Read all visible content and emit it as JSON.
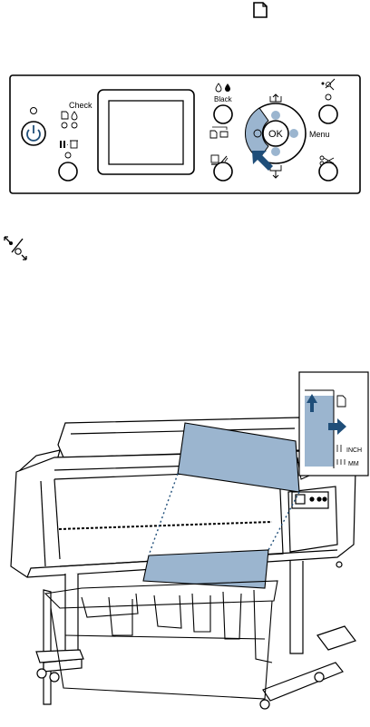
{
  "sheet_icon": "paper-sheet-icon",
  "control_panel": {
    "check_label": "Check",
    "black_label": "Black",
    "ok_label": "OK",
    "menu_label": "Menu",
    "power_icon": "power-icon",
    "pause_cancel_icon": "pause-cancel-icon",
    "paper_source_icon": "paper-source-icon",
    "ink_cartridge_icon": "ink-drop-icon",
    "paper_feed_icon": "paper-feed-icon",
    "maintenance_icon": "head-cleaning-icon",
    "cutter_icon": "scissors-icon",
    "highlight_color": "#9bb5cf",
    "arrow_color": "#1f4e79"
  },
  "standalone_icon": "paper-release-icon",
  "printer_callout": {
    "inch_label": "INCH",
    "mm_label": "MM",
    "sheet_color": "#9bb5cf",
    "arrow_color": "#1f4e79"
  }
}
